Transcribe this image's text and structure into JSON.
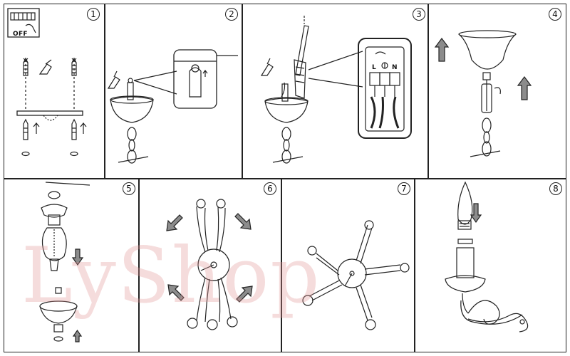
{
  "steps": [
    {
      "number": "1"
    },
    {
      "number": "2"
    },
    {
      "number": "3"
    },
    {
      "number": "4"
    },
    {
      "number": "5"
    },
    {
      "number": "6"
    },
    {
      "number": "7"
    },
    {
      "number": "8"
    }
  ],
  "switch_label": "OFF",
  "terminal_labels": [
    "L",
    "N"
  ],
  "watermark": "LyShop",
  "colors": {
    "line": "#222222",
    "arrow_fill": "#8c8c8c",
    "watermark": "#e29696"
  }
}
